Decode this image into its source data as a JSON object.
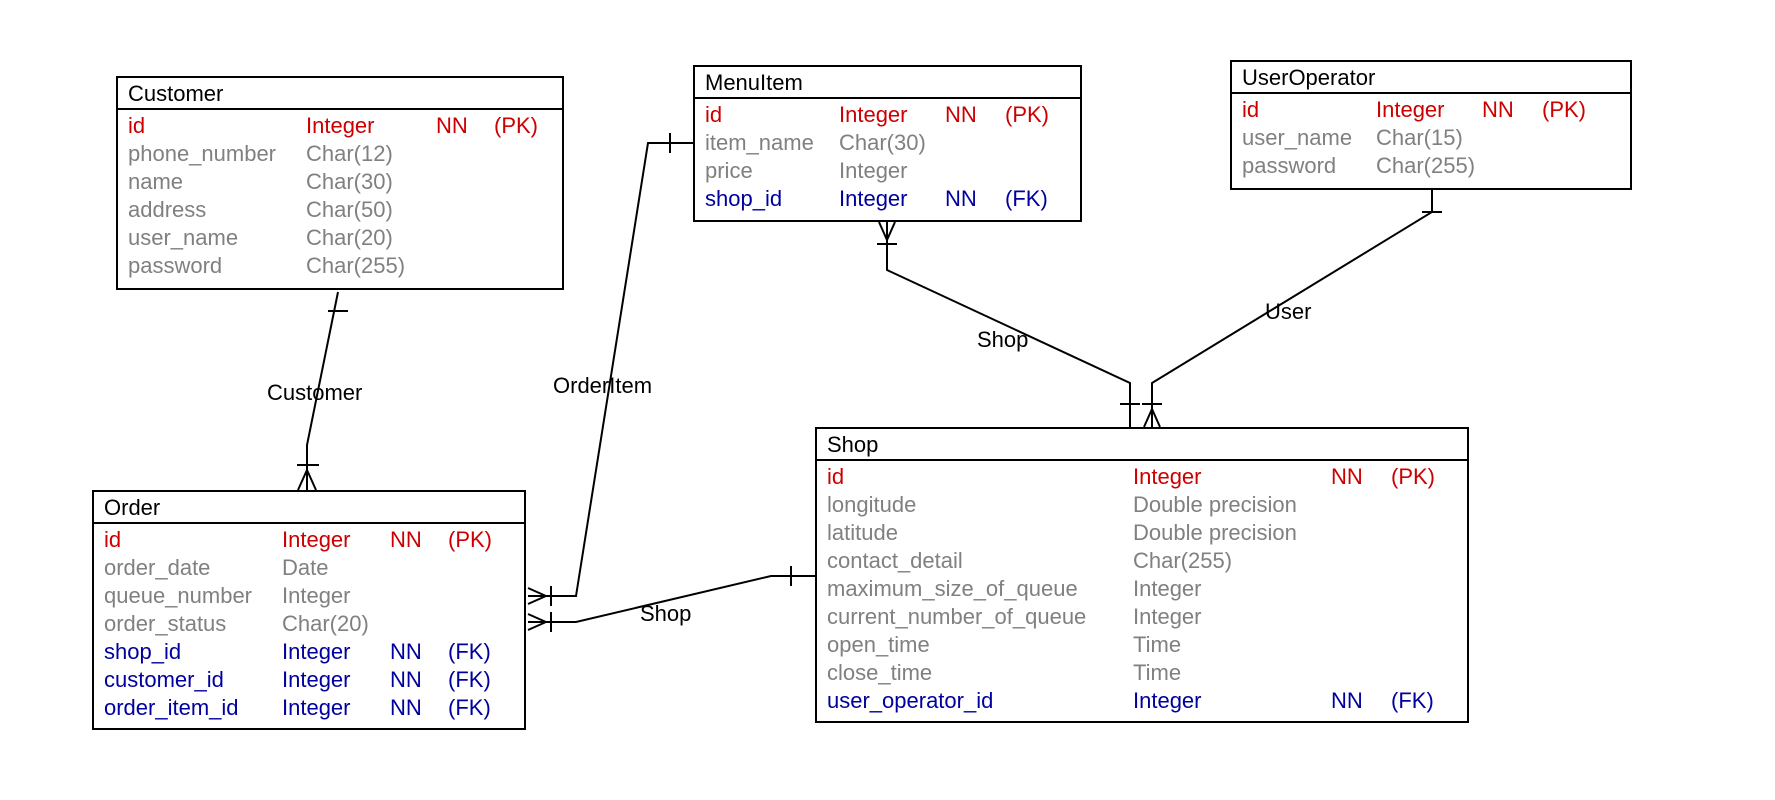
{
  "entities": {
    "customer": {
      "title": "Customer",
      "rows": [
        {
          "name": "id",
          "type": "Integer",
          "nn": "NN",
          "key": "(PK)",
          "kind": "pk"
        },
        {
          "name": "phone_number",
          "type": "Char(12)",
          "nn": "",
          "key": "",
          "kind": "attr"
        },
        {
          "name": "name",
          "type": "Char(30)",
          "nn": "",
          "key": "",
          "kind": "attr"
        },
        {
          "name": "address",
          "type": "Char(50)",
          "nn": "",
          "key": "",
          "kind": "attr"
        },
        {
          "name": "user_name",
          "type": "Char(20)",
          "nn": "",
          "key": "",
          "kind": "attr"
        },
        {
          "name": "password",
          "type": "Char(255)",
          "nn": "",
          "key": "",
          "kind": "attr"
        }
      ]
    },
    "menuitem": {
      "title": "MenuItem",
      "rows": [
        {
          "name": "id",
          "type": "Integer",
          "nn": "NN",
          "key": "(PK)",
          "kind": "pk"
        },
        {
          "name": "item_name",
          "type": "Char(30)",
          "nn": "",
          "key": "",
          "kind": "attr"
        },
        {
          "name": "price",
          "type": "Integer",
          "nn": "",
          "key": "",
          "kind": "attr"
        },
        {
          "name": "shop_id",
          "type": "Integer",
          "nn": "NN",
          "key": "(FK)",
          "kind": "fk"
        }
      ]
    },
    "useroperator": {
      "title": "UserOperator",
      "rows": [
        {
          "name": "id",
          "type": "Integer",
          "nn": "NN",
          "key": "(PK)",
          "kind": "pk"
        },
        {
          "name": "user_name",
          "type": "Char(15)",
          "nn": "",
          "key": "",
          "kind": "attr"
        },
        {
          "name": "password",
          "type": "Char(255)",
          "nn": "",
          "key": "",
          "kind": "attr"
        }
      ]
    },
    "order": {
      "title": "Order",
      "rows": [
        {
          "name": "id",
          "type": "Integer",
          "nn": "NN",
          "key": "(PK)",
          "kind": "pk"
        },
        {
          "name": "order_date",
          "type": "Date",
          "nn": "",
          "key": "",
          "kind": "attr"
        },
        {
          "name": "queue_number",
          "type": "Integer",
          "nn": "",
          "key": "",
          "kind": "attr"
        },
        {
          "name": "order_status",
          "type": "Char(20)",
          "nn": "",
          "key": "",
          "kind": "attr"
        },
        {
          "name": "shop_id",
          "type": "Integer",
          "nn": "NN",
          "key": "(FK)",
          "kind": "fk"
        },
        {
          "name": "customer_id",
          "type": "Integer",
          "nn": "NN",
          "key": "(FK)",
          "kind": "fk"
        },
        {
          "name": "order_item_id",
          "type": "Integer",
          "nn": "NN",
          "key": "(FK)",
          "kind": "fk"
        }
      ]
    },
    "shop": {
      "title": "Shop",
      "rows": [
        {
          "name": "id",
          "type": "Integer",
          "nn": "NN",
          "key": "(PK)",
          "kind": "pk"
        },
        {
          "name": "longitude",
          "type": "Double precision",
          "nn": "",
          "key": "",
          "kind": "attr"
        },
        {
          "name": "latitude",
          "type": "Double precision",
          "nn": "",
          "key": "",
          "kind": "attr"
        },
        {
          "name": "contact_detail",
          "type": "Char(255)",
          "nn": "",
          "key": "",
          "kind": "attr"
        },
        {
          "name": "maximum_size_of_queue",
          "type": "Integer",
          "nn": "",
          "key": "",
          "kind": "attr"
        },
        {
          "name": "current_number_of_queue",
          "type": "Integer",
          "nn": "",
          "key": "",
          "kind": "attr"
        },
        {
          "name": "open_time",
          "type": "Time",
          "nn": "",
          "key": "",
          "kind": "attr"
        },
        {
          "name": "close_time",
          "type": "Time",
          "nn": "",
          "key": "",
          "kind": "attr"
        },
        {
          "name": "user_operator_id",
          "type": "Integer",
          "nn": "NN",
          "key": "(FK)",
          "kind": "fk"
        }
      ]
    }
  },
  "relationships": {
    "customer_order": {
      "label": "Customer"
    },
    "order_item": {
      "label": "OrderItem"
    },
    "menuitem_shop": {
      "label": "Shop"
    },
    "useroperator_shop": {
      "label": "User"
    },
    "order_shop": {
      "label": "Shop"
    }
  },
  "colors": {
    "pk": "#cc0000",
    "fk": "#00009e",
    "attr": "#808080",
    "line": "#000000"
  }
}
